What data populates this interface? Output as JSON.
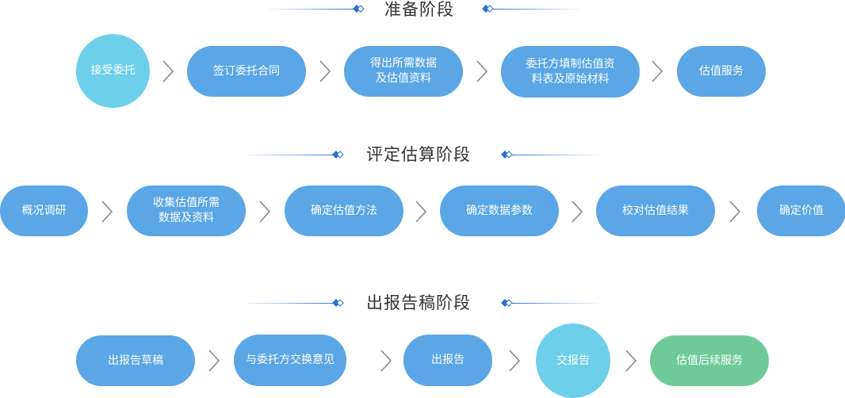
{
  "colors": {
    "node_blue": "#5aa6e6",
    "node_circle": "#6dcfea",
    "node_green": "#6ecb98",
    "title_text": "#333333",
    "accent_line": "#2a6fd6",
    "chevron": "#888888"
  },
  "stages": [
    {
      "title": "准备阶段",
      "steps": [
        {
          "label": "接受委托",
          "shape": "circle"
        },
        {
          "label": "签订委托合同",
          "shape": "pill"
        },
        {
          "label": "得出所需数据及估值资料",
          "lines": [
            "得出所需数据",
            "及估值资料"
          ],
          "shape": "pill"
        },
        {
          "label": "委托方填制估值资料表及原始材料",
          "lines": [
            "委托方填制估值资",
            "料表及原始材料"
          ],
          "shape": "pill"
        },
        {
          "label": "估值服务",
          "shape": "pill"
        }
      ]
    },
    {
      "title": "评定估算阶段",
      "steps": [
        {
          "label": "概况调研",
          "shape": "pill"
        },
        {
          "label": "收集估值所需数据及资料",
          "lines": [
            "收集估值所需",
            "数据及资料"
          ],
          "shape": "pill"
        },
        {
          "label": "确定估值方法",
          "shape": "pill"
        },
        {
          "label": "确定数据参数",
          "shape": "pill"
        },
        {
          "label": "校对估值结果",
          "shape": "pill"
        },
        {
          "label": "确定价值",
          "shape": "pill"
        }
      ]
    },
    {
      "title": "出报告稿阶段",
      "steps": [
        {
          "label": "出报告草稿",
          "shape": "pill"
        },
        {
          "label": "与委托方交换意见",
          "shape": "pill"
        },
        {
          "label": "出报告",
          "shape": "pill"
        },
        {
          "label": "交报告",
          "shape": "circle"
        },
        {
          "label": "估值后续服务",
          "shape": "pill-green"
        }
      ]
    }
  ],
  "connector_icon": "chevron-right-icon",
  "title_decoration_icon": "double-diamond-icon"
}
